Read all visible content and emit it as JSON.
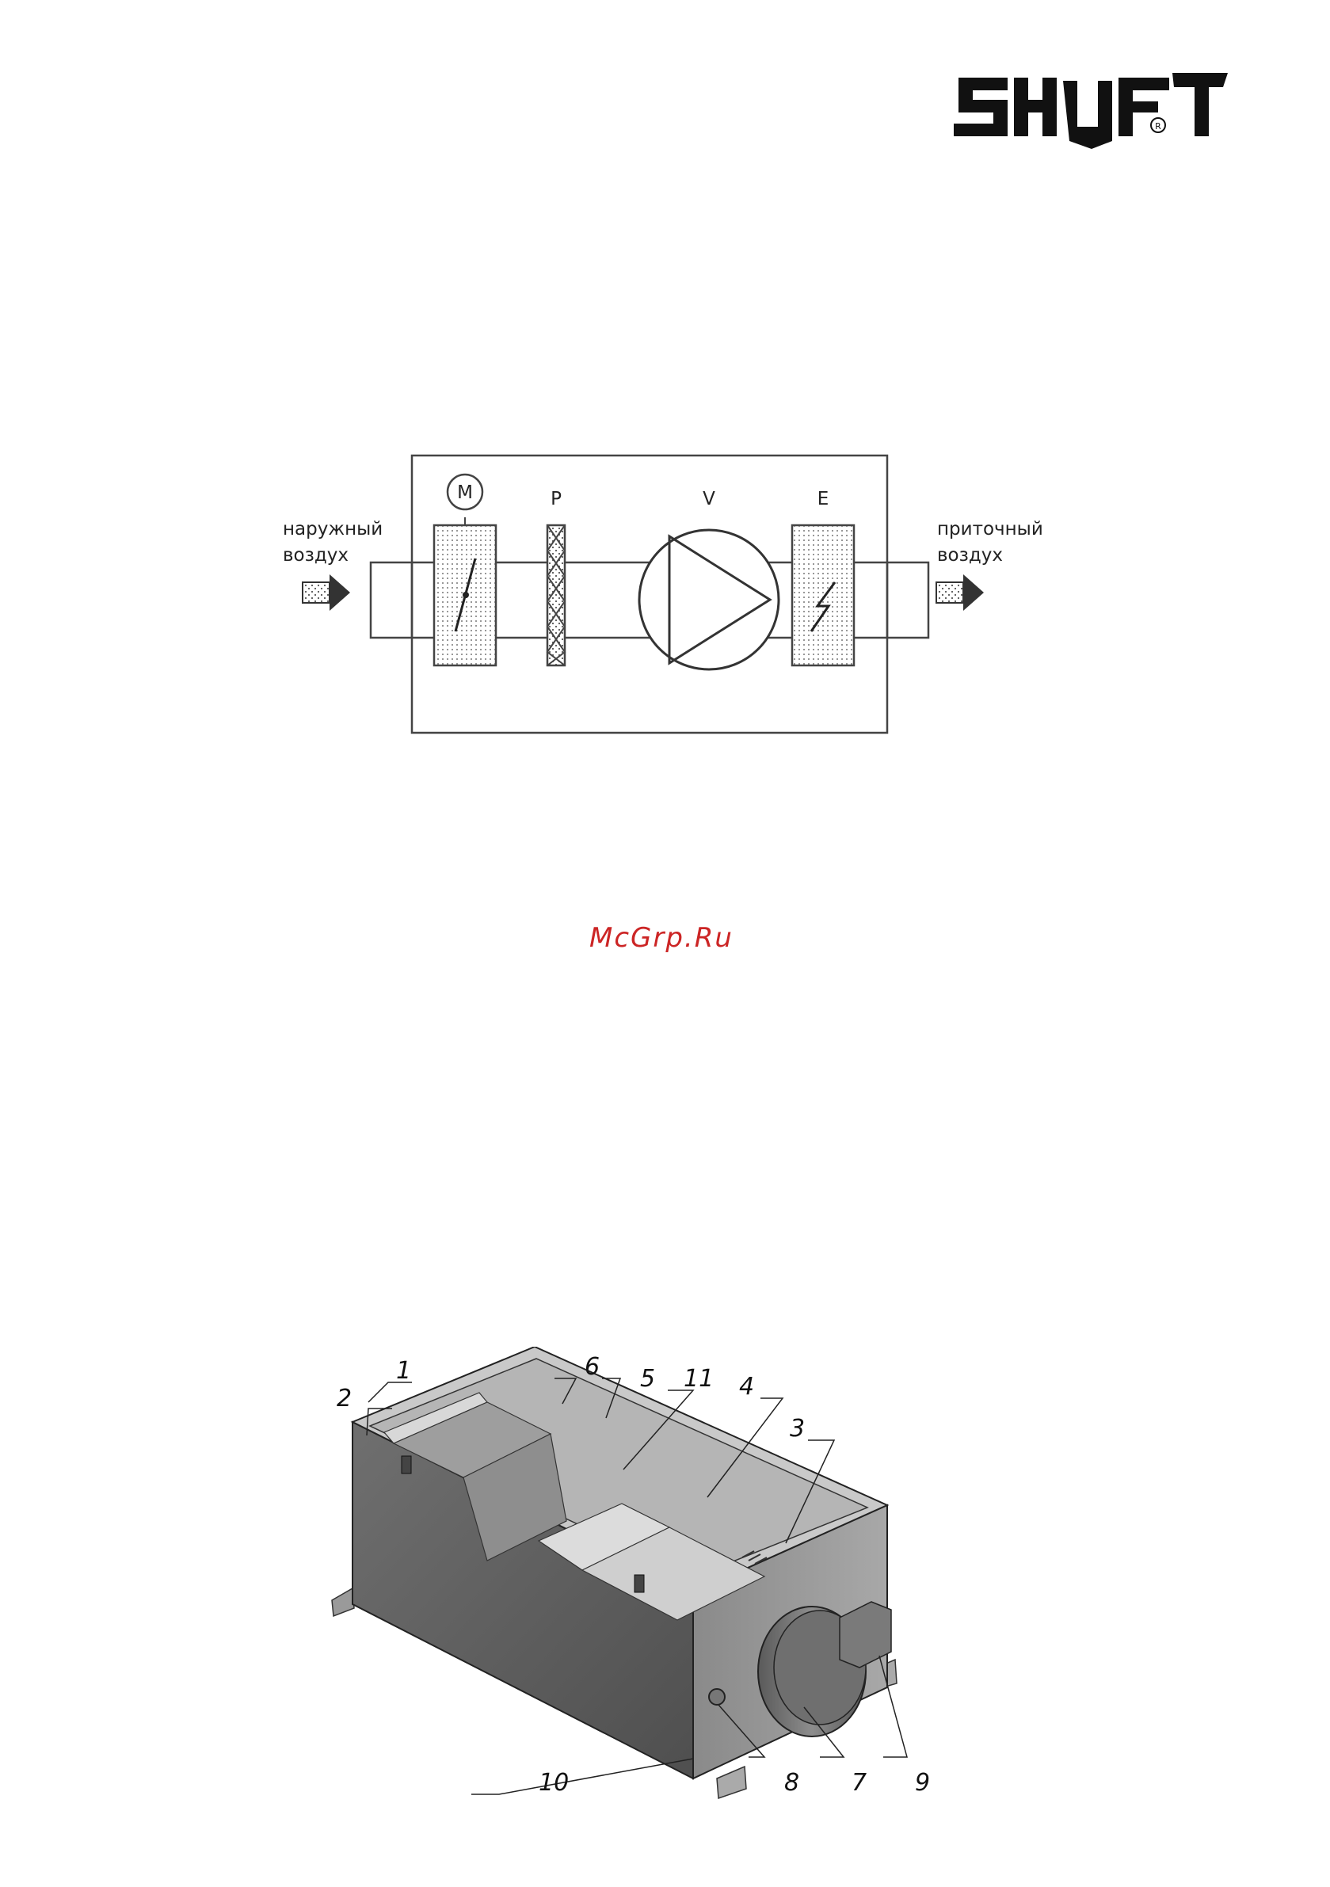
{
  "brand": {
    "logo_text": "SHUFT"
  },
  "schematic": {
    "labels": {
      "motor": "M",
      "filter": "P",
      "fan": "V",
      "heater": "E"
    },
    "inlet": {
      "line1": "наружный",
      "line2": "воздух"
    },
    "outlet": {
      "line1": "приточный",
      "line2": "воздух"
    }
  },
  "watermark": "McGrp.Ru",
  "unit_callouts": [
    "1",
    "2",
    "3",
    "4",
    "5",
    "6",
    "7",
    "8",
    "9",
    "10",
    "11"
  ]
}
